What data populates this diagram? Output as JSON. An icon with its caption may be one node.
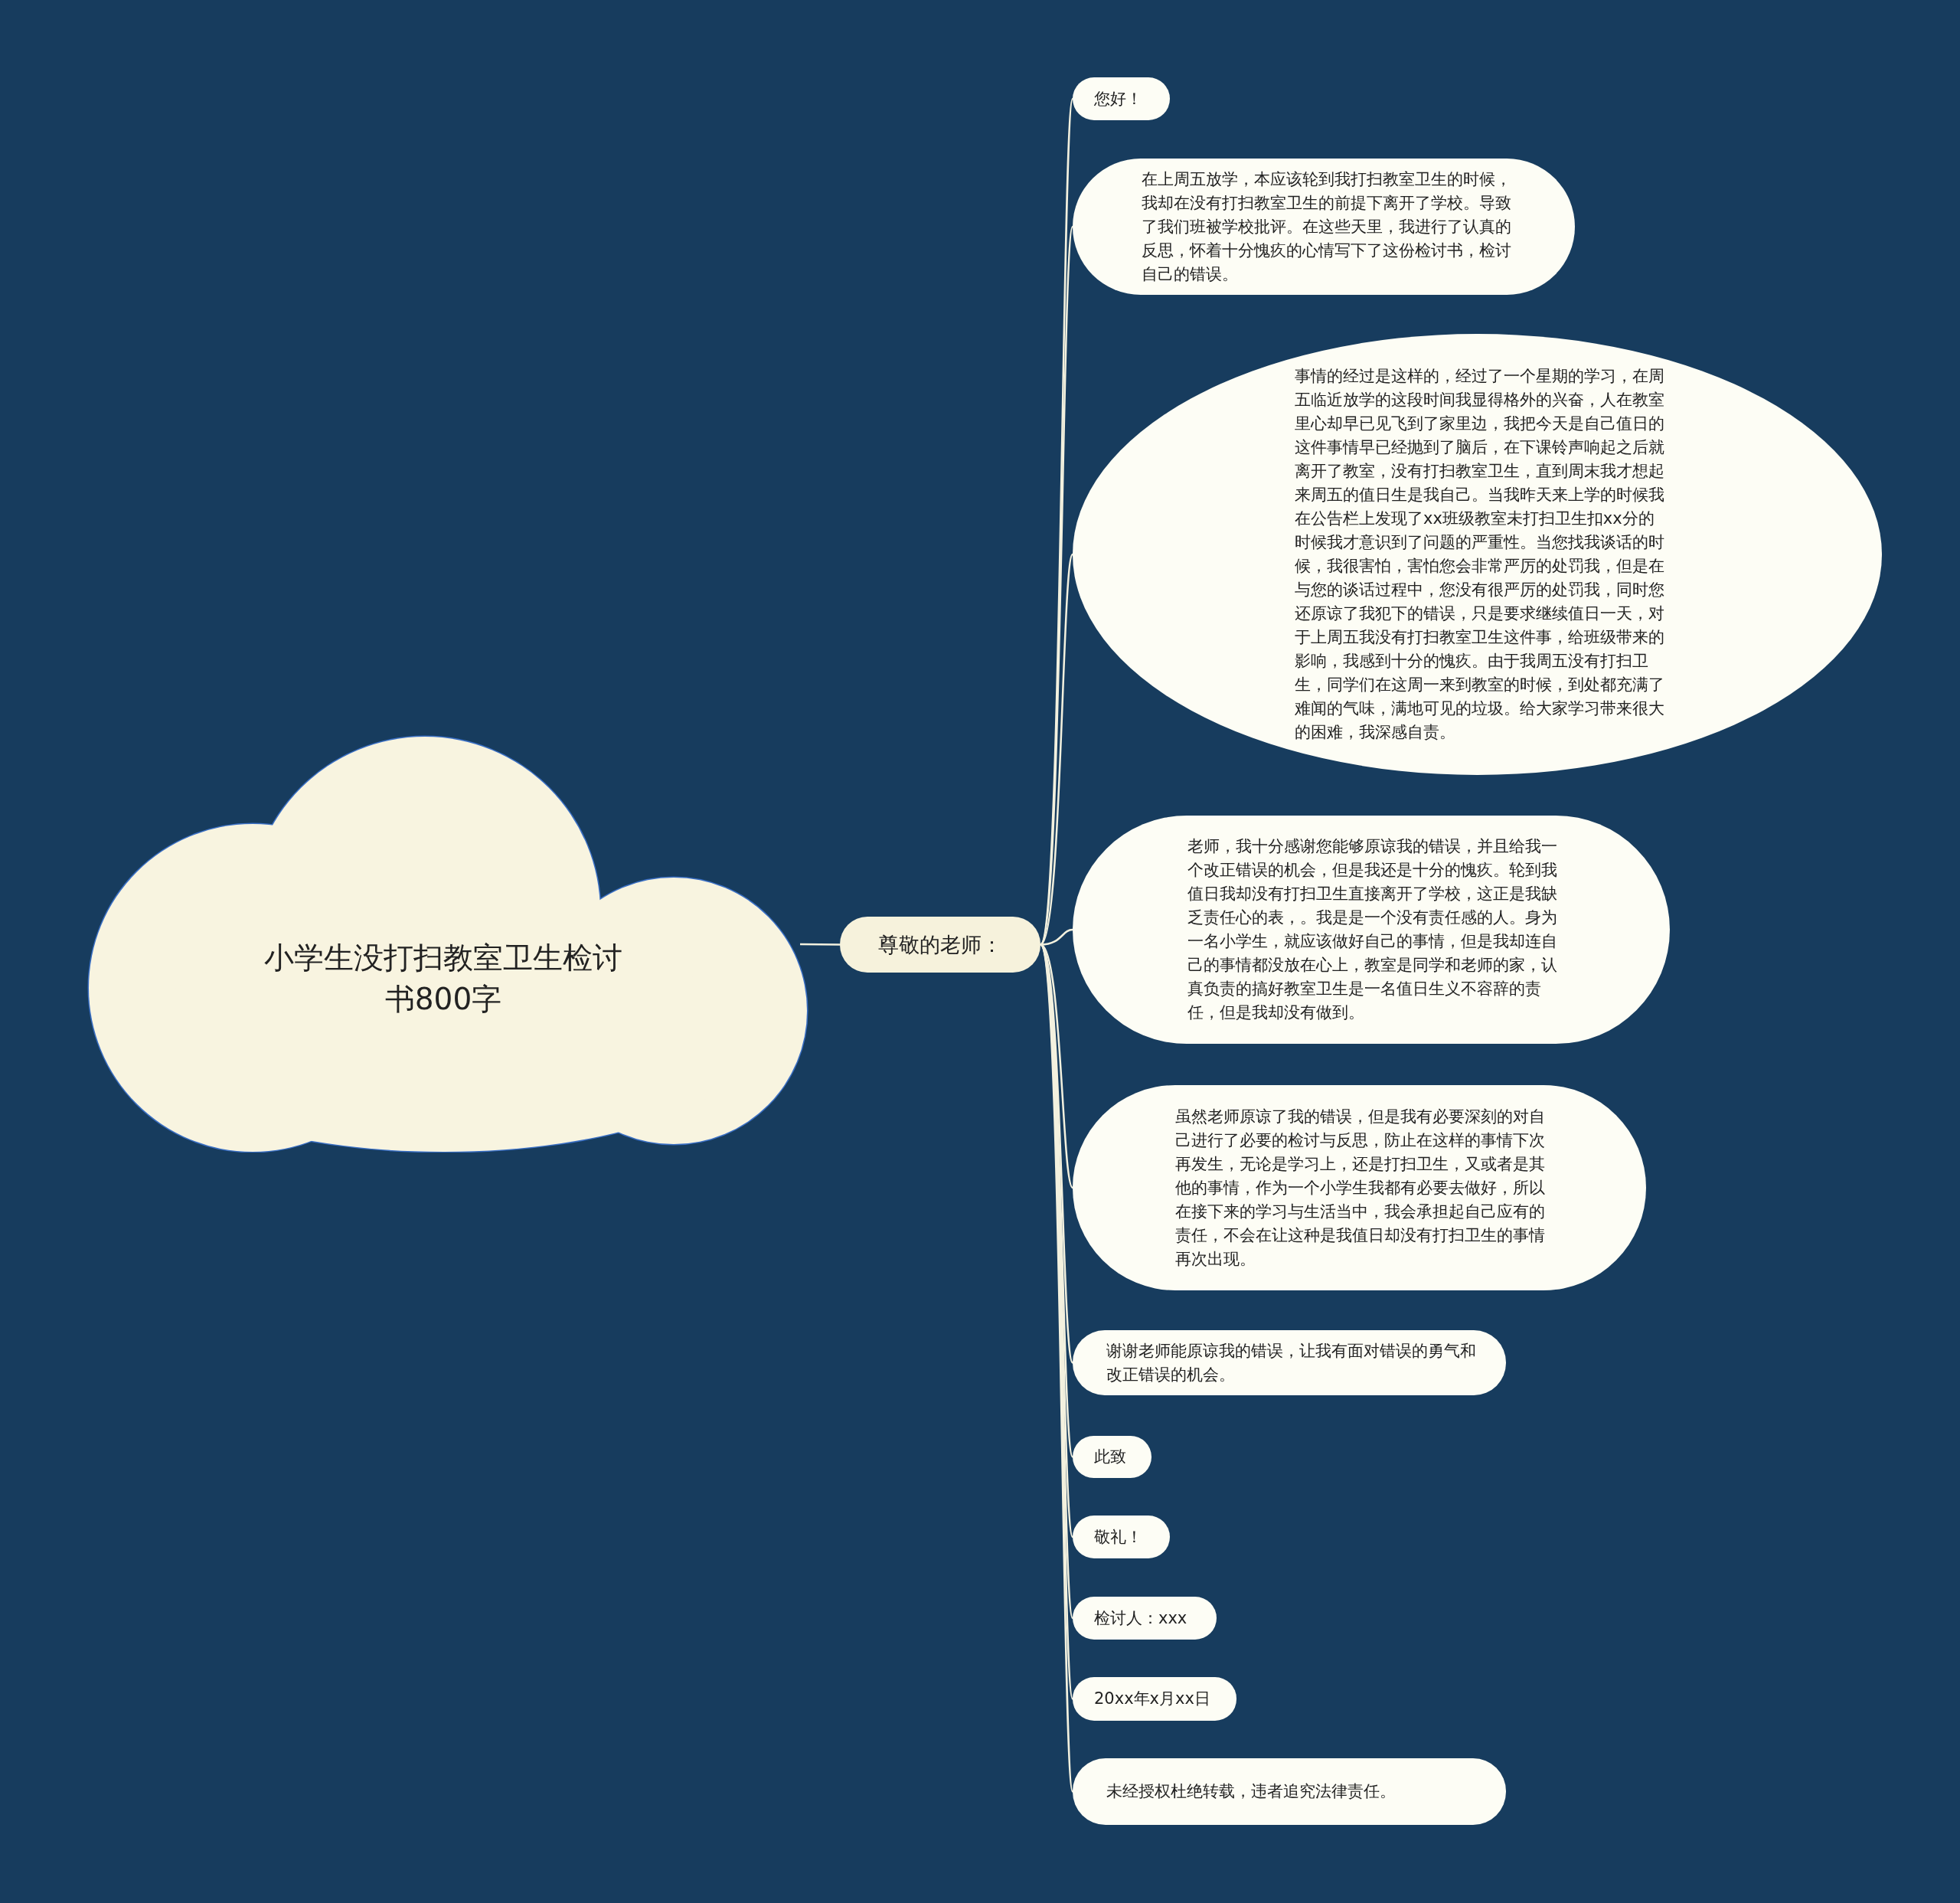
{
  "diagram": {
    "nodes": [
      {
        "text": [
          "小学生没打扫教室卫生检讨书800字"
        ]
      },
      {
        "text": [
          "尊敬的老师："
        ]
      },
      {
        "text": [
          "您好！"
        ]
      },
      {
        "text": [
          "在上周五放学，本应该轮到我打扫教室卫生的时候，我却在没有打扫教室卫生的前提下离开了学校。导致了我们班被学校批评。在这些天里，我进行了认真的反思，怀着十分愧疚的心情写下了这份检讨书，检讨自己的错误。"
        ]
      },
      {
        "text": [
          "事情的经过是这样的，经过了一个星期的学习，在周五临近放学的这段时间我显得格外的兴奋，人在教室里心却早已见飞到了家里边，我把今天是自己值日的这件事情早已经抛到了脑后，在下课铃声响起之后就离开了教室，没有打扫教室卫生，直到周末我才想起来周五的值日生是我自己。当我昨天来上学的时候我在公告栏上发现了xx班级教室未打扫卫生扣xx分的时候我才意识到了问题的严重性。当您找我谈话的时候，我很害怕，害怕您会非常严厉的处罚我，但是在与您的谈话过程中，您没有很严厉的处罚我，同时您还原谅了我犯下的错误，只是要求继续值日一天，对于上周五我没有打扫教室卫生这件事，给班级带来的影响，我感到十分的愧疚。由于我周五没有打扫卫生，同学们在这周一来到教室的时候，到处都充满了难闻的气味，满地可见的垃圾。给大家学习带来很大的困难，我深感自责。"
        ]
      },
      {
        "text": [
          "老师，我十分感谢您能够原谅我的错误，并且给我一个改正错误的机会，但是我还是十分的愧疚。轮到我值日我却没有打扫卫生直接离开了学校，这正是我缺乏责任心的表，。我是是一个没有责任感的人。身为一名小学生，就应该做好自己的事情，但是我却连自己的事情都没放在心上，教室是同学和老师的家，认真负责的搞好教室卫生是一名值日生义不容辞的责任，但是我却没有做到。"
        ]
      },
      {
        "text": [
          "虽然老师原谅了我的错误，但是我有必要深刻的对自己进行了必要的检讨与反思，防止在这样的事情下次再发生，无论是学习上，还是打扫卫生，又或者是其他的事情，作为一个小学生我都有必要去做好，所以在接下来的学习与生活当中，我会承担起自己应有的责任，不会在让这种是我值日却没有打扫卫生的事情再次出现。"
        ]
      },
      {
        "text": [
          "谢谢老师能原谅我的错误，让我有面对错误的勇气和改正错误的机会。"
        ]
      },
      {
        "text": [
          "此致"
        ]
      },
      {
        "text": [
          "敬礼！"
        ]
      },
      {
        "text": [
          "检讨人：xxx"
        ]
      },
      {
        "text": [
          "20xx年x月xx日"
        ]
      },
      {
        "text": [
          "未经授权杜绝转载，违者追究法律责任。"
        ]
      }
    ],
    "edges": [
      {
        "from": 0,
        "to": 1,
        "arrow": "none"
      },
      {
        "from": 1,
        "to": 2,
        "arrow": "none"
      },
      {
        "from": 1,
        "to": 3,
        "arrow": "none"
      },
      {
        "from": 1,
        "to": 4,
        "arrow": "none"
      },
      {
        "from": 1,
        "to": 5,
        "arrow": "none"
      },
      {
        "from": 1,
        "to": 6,
        "arrow": "none"
      },
      {
        "from": 1,
        "to": 7,
        "arrow": "none"
      },
      {
        "from": 1,
        "to": 8,
        "arrow": "none"
      },
      {
        "from": 1,
        "to": 9,
        "arrow": "none"
      },
      {
        "from": 1,
        "to": 10,
        "arrow": "none"
      },
      {
        "from": 1,
        "to": 11,
        "arrow": "none"
      },
      {
        "from": 1,
        "to": 12,
        "arrow": "none"
      }
    ]
  }
}
